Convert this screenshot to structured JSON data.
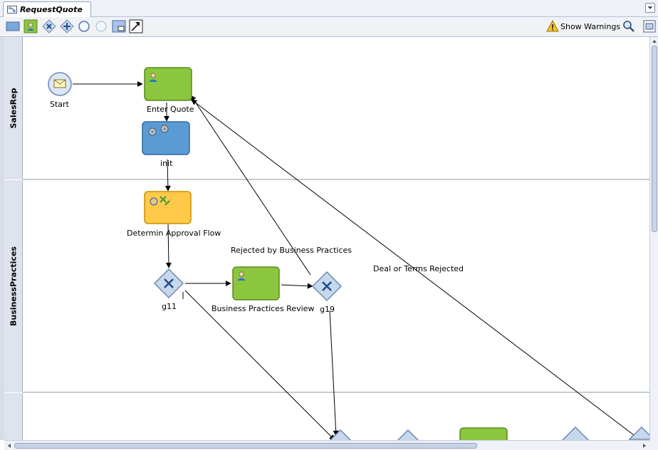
{
  "tab": {
    "title": "RequestQuote"
  },
  "toolbar": {
    "show_warnings": "Show Warnings",
    "icons": [
      "lane-icon",
      "role-icon",
      "delete-icon",
      "add-icon",
      "start-event-icon",
      "end-event-icon",
      "fit-icon",
      "connect-icon"
    ]
  },
  "lanes": [
    {
      "name": "SalesRep"
    },
    {
      "name": "BusinessPractices"
    }
  ],
  "nodes": {
    "start": "Start",
    "enter_quote": "Enter Quote",
    "init": "init",
    "determin": "Determin Approval Flow",
    "g11": "g11",
    "bp_review": "Business Practices Review",
    "g19": "g19"
  },
  "flows": {
    "rejected_bp": "Rejected by Business Practices",
    "deal_rejected": "Deal or Terms Rejected"
  },
  "colors": {
    "user_task": "#8cc63f",
    "service_task": "#5a9bd5",
    "business_rule": "#ffc94a",
    "gateway": "#c8d8ec"
  }
}
